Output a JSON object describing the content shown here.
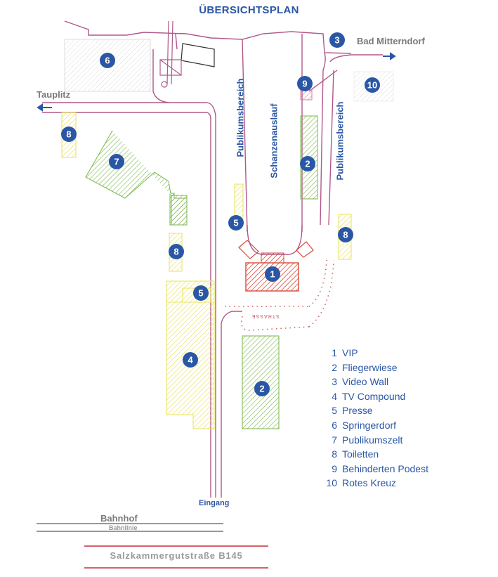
{
  "title": "ÜBERSICHTSPLAN",
  "directions": {
    "bad_mitterndorf": "Bad Mitterndorf",
    "tauplitz": "Tauplitz"
  },
  "areas": {
    "publikumsbereich_left": "Publikumsbereich",
    "publikumsbereich_right": "Publikumsbereich",
    "schanzenauslauf": "Schanzenauslauf",
    "strasse": "STRASSE"
  },
  "entrance": "Eingang",
  "station": {
    "name": "Bahnhof",
    "line": "Bahnlinie"
  },
  "road": "Salzkammergutstraße   B145",
  "legend": [
    {
      "num": "1",
      "label": "VIP"
    },
    {
      "num": "2",
      "label": "Fliegerwiese"
    },
    {
      "num": "3",
      "label": "Video Wall"
    },
    {
      "num": "4",
      "label": "TV Compound"
    },
    {
      "num": "5",
      "label": "Presse"
    },
    {
      "num": "6",
      "label": "Springerdorf"
    },
    {
      "num": "7",
      "label": "Publikumszelt"
    },
    {
      "num": "8",
      "label": "Toiletten"
    },
    {
      "num": "9",
      "label": "Behinderten Podest"
    },
    {
      "num": "10",
      "label": "Rotes Kreuz"
    }
  ],
  "colors": {
    "marker": "#2a57a5",
    "road": "#b0588a",
    "vip": "#d94a3a",
    "green": "#7ab648",
    "yellow": "#e8e35a",
    "pink": "#d97b9a",
    "gray": "#c8c8c8"
  },
  "markers": [
    {
      "num": "1"
    },
    {
      "num": "2"
    },
    {
      "num": "2"
    },
    {
      "num": "3"
    },
    {
      "num": "4"
    },
    {
      "num": "5"
    },
    {
      "num": "5"
    },
    {
      "num": "6"
    },
    {
      "num": "7"
    },
    {
      "num": "8"
    },
    {
      "num": "8"
    },
    {
      "num": "8"
    },
    {
      "num": "9"
    },
    {
      "num": "10"
    }
  ]
}
